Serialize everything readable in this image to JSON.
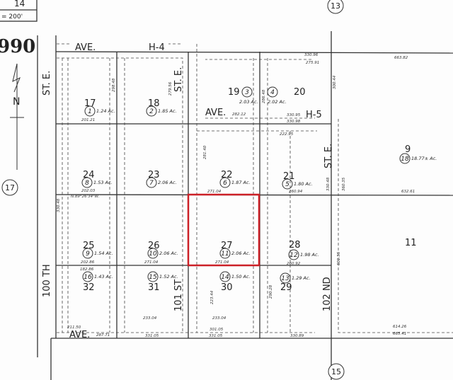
{
  "header": {
    "sheet_box": "14",
    "scale": "= 200'",
    "book_number": "990"
  },
  "north_arrow": {
    "label": "N",
    "icon": "north-arrow-icon"
  },
  "adjacent_sheets": [
    "13",
    "17",
    "15"
  ],
  "highlight": {
    "lot": "27",
    "color": "#cc2027"
  },
  "streets": [
    {
      "id": "ave-top",
      "label": "AVE."
    },
    {
      "id": "h4",
      "label": "H-4"
    },
    {
      "id": "ste-left",
      "label": "ST. E."
    },
    {
      "id": "ste-mid",
      "label": "ST. E."
    },
    {
      "id": "ave-mid",
      "label": "AVE."
    },
    {
      "id": "h5",
      "label": "H-5"
    },
    {
      "id": "ste-right",
      "label": "ST. E."
    },
    {
      "id": "st101",
      "label": "101 ST"
    },
    {
      "id": "st102",
      "label": "102 ND"
    },
    {
      "id": "st100",
      "label": "100 TH"
    },
    {
      "id": "ave-bottom",
      "label": "AVE."
    }
  ],
  "lots": [
    {
      "lot": "17",
      "parcel": "1",
      "acres": "1.24 Ac."
    },
    {
      "lot": "18",
      "parcel": "2",
      "acres": "1.85 Ac."
    },
    {
      "lot": "19",
      "parcel": "3",
      "acres": "2.03 Ac."
    },
    {
      "lot": "20",
      "parcel": "4",
      "acres": "2.02 Ac."
    },
    {
      "lot": "24",
      "parcel": "8",
      "acres": "1.53 Ac."
    },
    {
      "lot": "23",
      "parcel": "7",
      "acres": "2.06 Ac."
    },
    {
      "lot": "22",
      "parcel": "6",
      "acres": "1.87 Ac."
    },
    {
      "lot": "21",
      "parcel": "5",
      "acres": "1.80 Ac."
    },
    {
      "lot": "25",
      "parcel": "9",
      "acres": "1.54 Ac."
    },
    {
      "lot": "26",
      "parcel": "10",
      "acres": "2.06 Ac."
    },
    {
      "lot": "27",
      "parcel": "11",
      "acres": "2.06 Ac."
    },
    {
      "lot": "28",
      "parcel": "12",
      "acres": "1.98 Ac."
    },
    {
      "lot": "32",
      "parcel": "16",
      "acres": "1.43 Ac."
    },
    {
      "lot": "31",
      "parcel": "15",
      "acres": "1.52 Ac."
    },
    {
      "lot": "30",
      "parcel": "14",
      "acres": "1.50 Ac."
    },
    {
      "lot": "29",
      "parcel": "13",
      "acres": "1.29 Ac."
    },
    {
      "lot": "9",
      "parcel": "18",
      "acres": "18.77± Ac."
    },
    {
      "lot": "11",
      "parcel": "",
      "acres": ""
    }
  ],
  "dimensions": [
    "663.82",
    "632.61",
    "665.41",
    "614.26",
    "330.96",
    "275.91",
    "282.12",
    "330.95",
    "330.98",
    "271.04",
    "201.21",
    "202.03",
    "202.86",
    "271.04",
    "271.04",
    "260.94",
    "260.92",
    "233.04",
    "233.04",
    "222.95",
    "301.05",
    "331.05",
    "331.05",
    "330.89",
    "287.71",
    "211.50",
    "182.86",
    "N.89°26'34\"W.",
    "330.48",
    "330.48",
    "300.44",
    "360.35",
    "601.55",
    "281.40",
    "286.48",
    "279.56",
    "298.48",
    "223.44",
    "290.28"
  ]
}
